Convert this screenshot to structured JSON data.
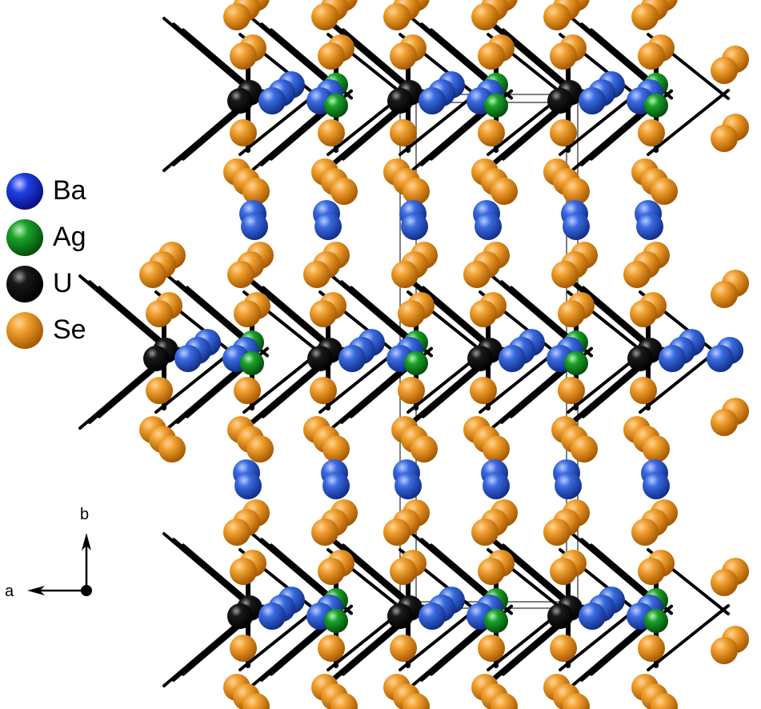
{
  "legend": {
    "items": [
      {
        "label": "Ba",
        "color": "#1e3fd0"
      },
      {
        "label": "Ag",
        "color": "#0e8f1e"
      },
      {
        "label": "U",
        "color": "#050505"
      },
      {
        "label": "Se",
        "color": "#e8890c"
      }
    ]
  },
  "axes": {
    "a": "a",
    "b": "b"
  },
  "colors": {
    "bond": "#000000",
    "cell": "#555555",
    "ba_layer": "#2a5fc8"
  }
}
